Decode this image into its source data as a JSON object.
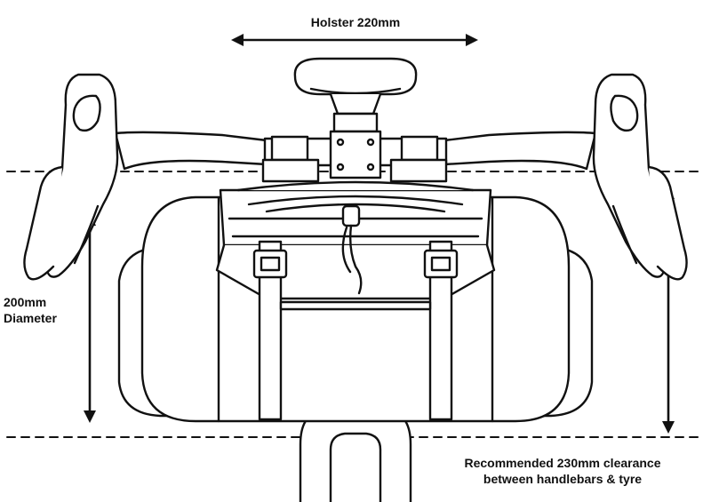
{
  "labels": {
    "holster": "Holster 220mm",
    "diameter_line1": "200mm",
    "diameter_line2": "Diameter",
    "clearance_line1": "Recommended 230mm clearance",
    "clearance_line2": "between handlebars & tyre"
  },
  "colors": {
    "line": "#111111",
    "background": "#ffffff"
  }
}
